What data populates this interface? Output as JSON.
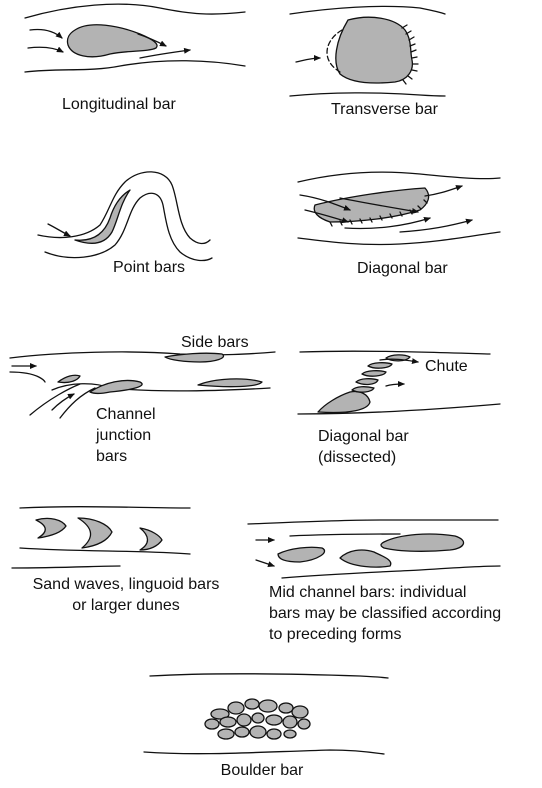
{
  "labels": {
    "longitudinal": "Longitudinal bar",
    "transverse": "Transverse bar",
    "point": "Point bars",
    "diagonal": "Diagonal bar",
    "side": "Side bars",
    "junction": [
      "Channel",
      "junction",
      "bars"
    ],
    "chute": "Chute",
    "dissected": [
      "Diagonal bar",
      "(dissected)"
    ],
    "sandwaves": [
      "Sand waves, linguoid bars",
      "or larger dunes"
    ],
    "midchannel": [
      "Mid channel bars: individual",
      "bars may be classified according",
      "to preceding forms"
    ],
    "boulder": "Boulder bar"
  },
  "colors": {
    "line": "#111111",
    "fill": "#b3b3b3"
  }
}
